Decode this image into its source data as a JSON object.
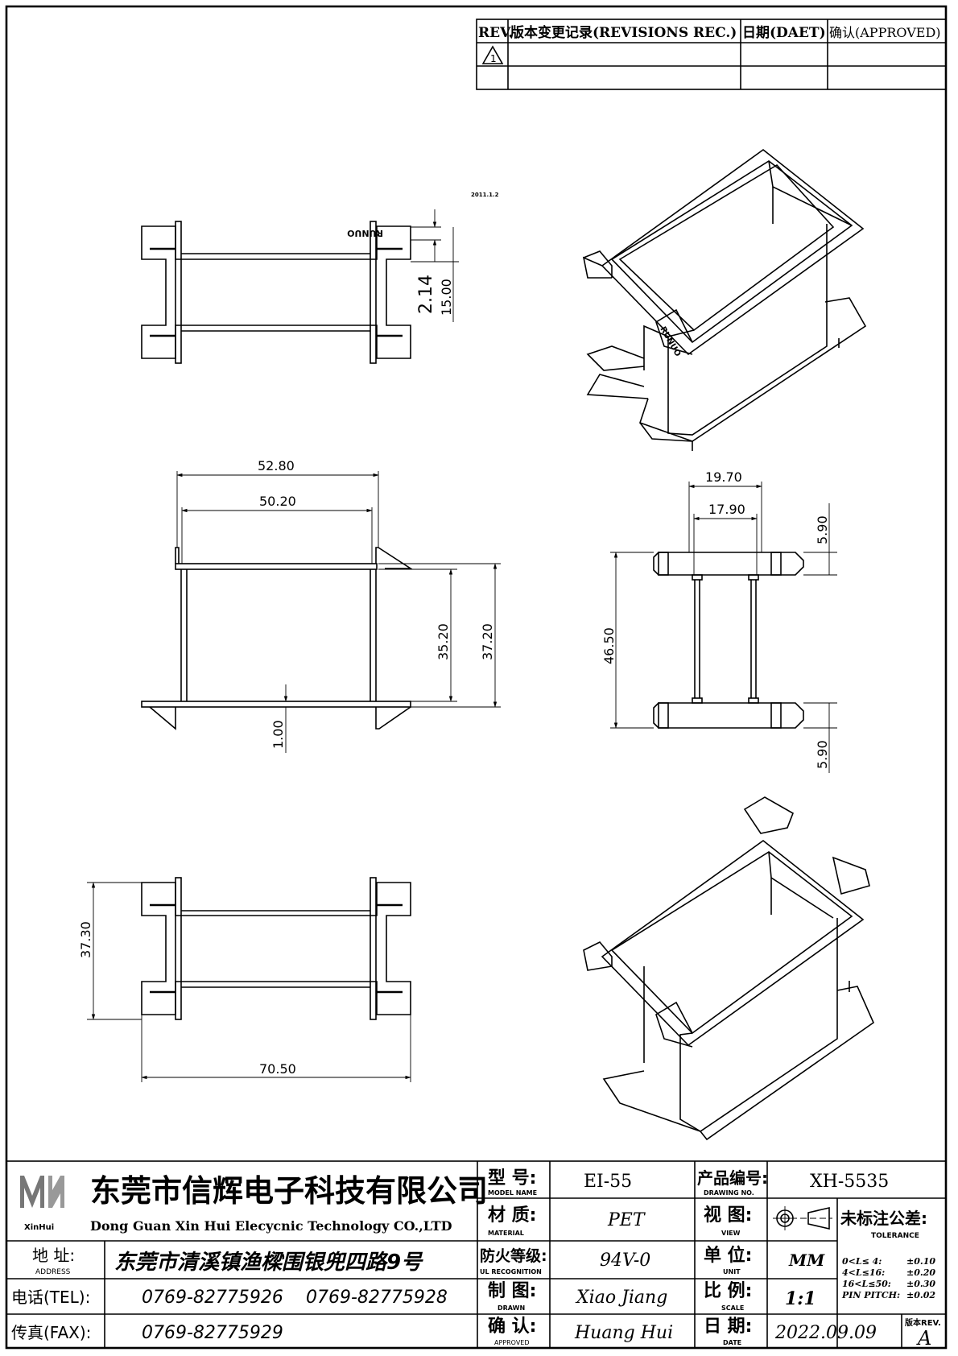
{
  "revisions": {
    "rev_label": "REV.",
    "record_label": "版本变更记录(REVISIONS REC.)",
    "date_label": "日期(DAET)",
    "approved_label": "确认(APPROVED)",
    "rev_mark": "1"
  },
  "drawing": {
    "top_view_mark": "RUNUO",
    "iso_mark": "RUNUO",
    "small_note": "2011.1.2",
    "dims": {
      "d_2_14": "2.14",
      "d_15_00": "15.00",
      "d_52_80": "52.80",
      "d_50_20": "50.20",
      "d_35_20": "35.20",
      "d_37_20": "37.20",
      "d_1_00": "1.00",
      "d_19_70": "19.70",
      "d_17_90": "17.90",
      "d_5_90_top": "5.90",
      "d_46_50": "46.50",
      "d_5_90_bottom": "5.90",
      "d_37_30": "37.30",
      "d_70_50": "70.50"
    }
  },
  "title_block": {
    "logo_text": "XinHui",
    "company_cn": "东莞市信辉电子科技有限公司",
    "company_en": "Dong Guan Xin Hui Elecycnic Technology CO.,LTD",
    "address_label_cn": "地  址:",
    "address_label_en": "ADDRESS",
    "address_value": "东莞市清溪镇渔樑围银兜四路9号",
    "tel_label": "电话(TEL):",
    "tel_value_1": "0769-82775926",
    "tel_value_2": "0769-82775928",
    "fax_label": "传真(FAX):",
    "fax_value": "0769-82775929",
    "model_label_cn": "型  号:",
    "model_label_en": "MODEL NAME",
    "model_value": "EI-55",
    "material_label_cn": "材  质:",
    "material_label_en": "MATERIAL",
    "material_value": "PET",
    "fire_label_cn": "防火等级:",
    "fire_label_en": "UL RECOGNITION",
    "fire_value": "94V-0",
    "drawn_label_cn": "制  图:",
    "drawn_label_en": "DRAWN",
    "drawn_value": "Xiao Jiang",
    "approved_label_cn": "确  认:",
    "approved_label_en": "APPROVED",
    "approved_value": "Huang Hui",
    "drawing_no_label_cn": "产品编号:",
    "drawing_no_label_en": "DRAWING NO.",
    "drawing_no_value": "XH-5535",
    "view_label_cn": "视  图:",
    "view_label_en": "VIEW",
    "unit_label_cn": "单  位:",
    "unit_label_en": "UNIT",
    "unit_value": "MM",
    "scale_label_cn": "比  例:",
    "scale_label_en": "SCALE",
    "scale_value": "1:1",
    "date_label_cn": "日  期:",
    "date_label_en": "DATE",
    "date_value": "2022.09.09",
    "tolerance_label_cn": "未标注公差:",
    "tolerance_label_en": "TOLERANCE",
    "tol_row1_range": "0<L≤ 4:",
    "tol_row1_value": "±0.10",
    "tol_row2_range": "4<L≤16:",
    "tol_row2_value": "±0.20",
    "tol_row3_range": "16<L≤50:",
    "tol_row3_value": "±0.30",
    "tol_row4_range": "PIN PITCH:",
    "tol_row4_value": "±0.02",
    "rev_label_cn": "版本REV.",
    "rev_value": "A"
  }
}
